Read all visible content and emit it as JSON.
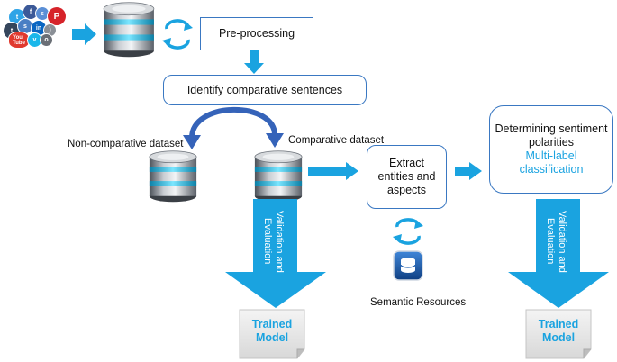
{
  "steps": {
    "preprocessing": "Pre-processing",
    "identify": "Identify comparative sentences",
    "extract": [
      "Extract",
      "entities and",
      "aspects"
    ],
    "determining": [
      "Determining sentiment",
      "polarities"
    ],
    "multilabel": [
      "Multi-label",
      "classification"
    ]
  },
  "labels": {
    "non_comparative": "Non-comparative dataset",
    "comparative": "Comparative dataset",
    "semantic": "Semantic Resources"
  },
  "validation": [
    "Validation and",
    "Evaluation"
  ],
  "trained_model": [
    "Trained",
    "Model"
  ],
  "social_icons": [
    "twitter-icon",
    "facebook-icon",
    "pinterest-icon",
    "tumblr-icon",
    "linkedin-icon",
    "youtube-icon",
    "vimeo-icon"
  ],
  "colors": {
    "arrow": "#1aa3e0",
    "box_border": "#3a78c2",
    "curve": "#3563b9",
    "accent_text": "#1aa3e0",
    "cylinder_band": "#3fd0f2"
  }
}
